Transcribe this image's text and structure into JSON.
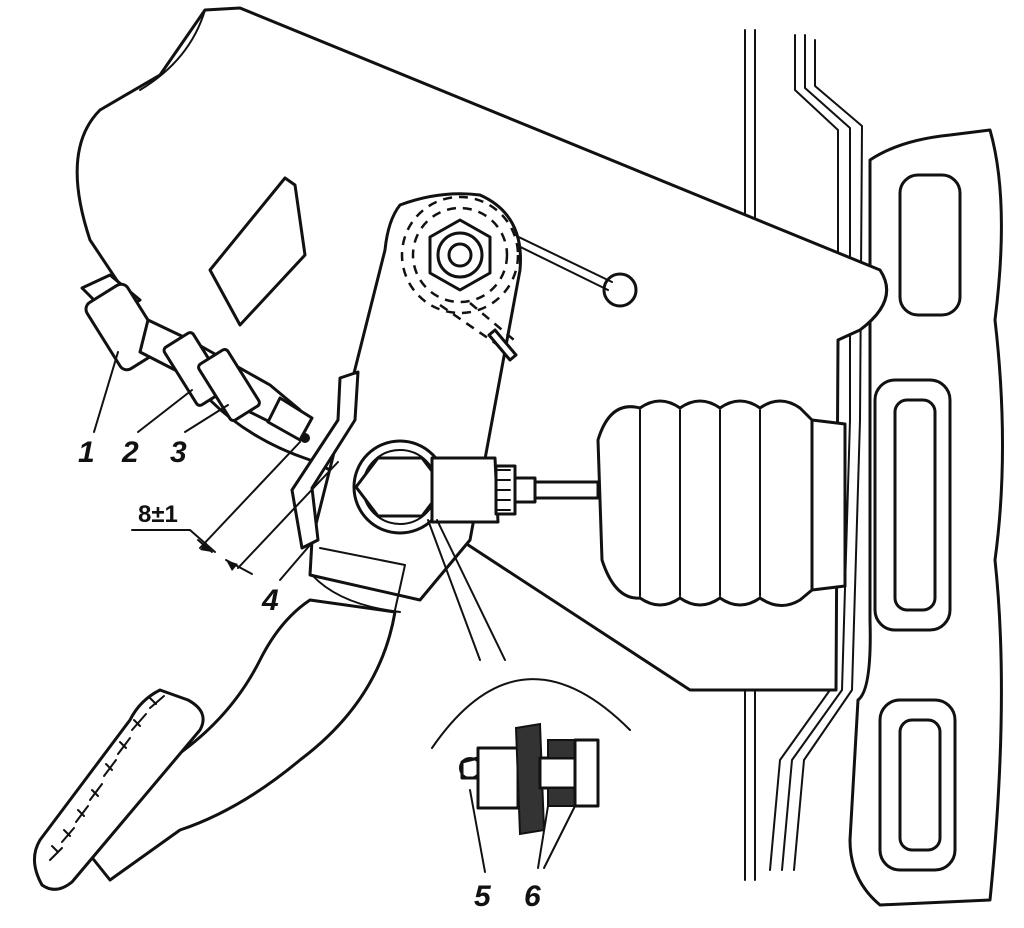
{
  "callouts": {
    "c1": "1",
    "c2": "2",
    "c3": "3",
    "c4": "4",
    "c5": "5",
    "c6": "6"
  },
  "dimension": {
    "gap": "8±1"
  }
}
